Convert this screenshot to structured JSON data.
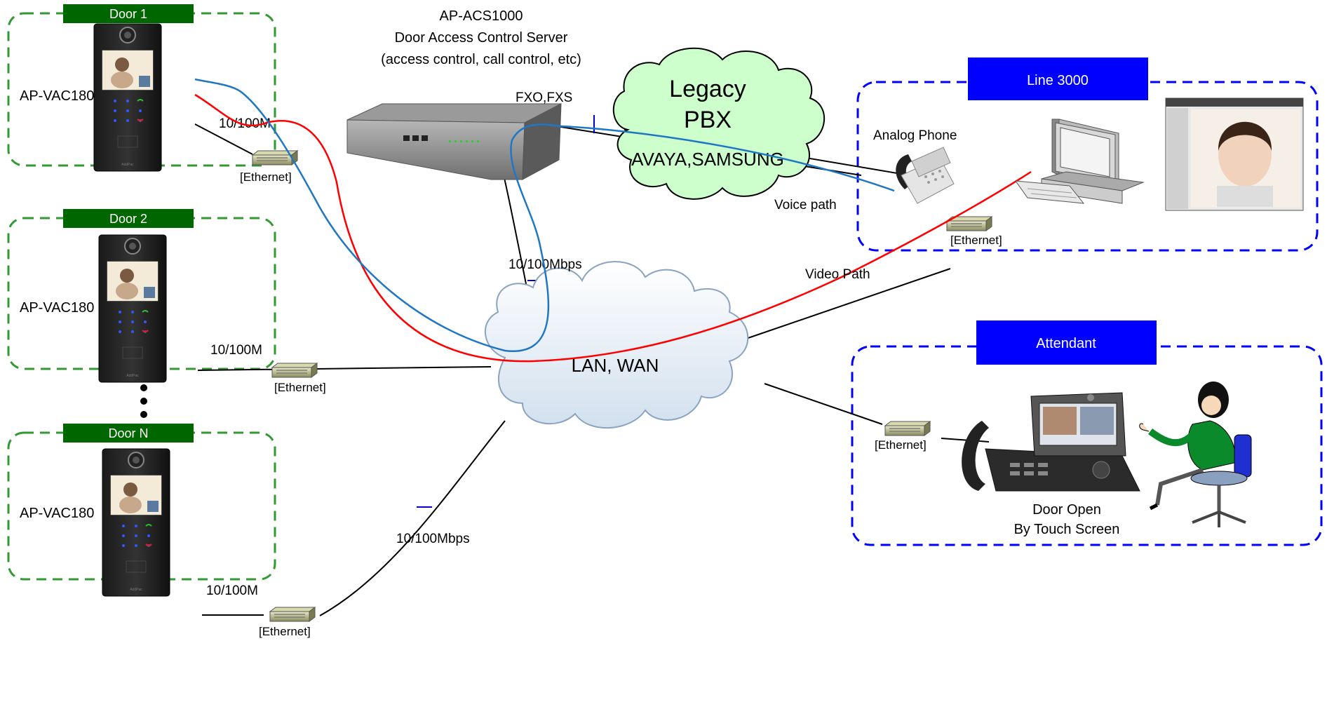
{
  "server": {
    "model": "AP-ACS1000",
    "description": "Door Access Control Server",
    "functions": "(access control, call control, etc)"
  },
  "pbx": {
    "title_line1": "Legacy",
    "title_line2": "PBX",
    "vendors": "AVAYA,SAMSUNG",
    "interface_label": "FXO,FXS"
  },
  "network": {
    "cloud_label": "LAN, WAN",
    "server_link_speed": "10/100Mbps",
    "door_n_link_speed": "10/100Mbps"
  },
  "doors": [
    {
      "header": "Door 1",
      "device": "AP-VAC180",
      "link_speed": "10/100M",
      "switch_label": "[Ethernet]"
    },
    {
      "header": "Door 2",
      "device": "AP-VAC180",
      "link_speed": "10/100M",
      "switch_label": "[Ethernet]"
    },
    {
      "header": "Door N",
      "device": "AP-VAC180",
      "link_speed": "10/100M",
      "switch_label": "[Ethernet]"
    }
  ],
  "line3000": {
    "header": "Line 3000",
    "analog_phone_label": "Analog Phone",
    "voice_path_label": "Voice path",
    "video_path_label": "Video Path",
    "switch_label": "[Ethernet]"
  },
  "attendant": {
    "header": "Attendant",
    "switch_label": "[Ethernet]",
    "caption_line1": "Door Open",
    "caption_line2": "By Touch Screen"
  },
  "colors": {
    "door_border": "#339933",
    "door_header": "#006600",
    "site_border": "#0000ff",
    "site_header": "#0000ff",
    "video_path": "#ff0000",
    "voice_path": "#1f77c4",
    "cloud_pbx_fill": "#ccffcc"
  }
}
